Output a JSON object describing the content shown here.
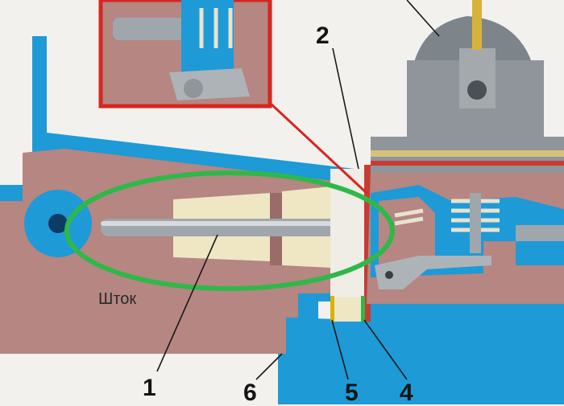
{
  "annotation": {
    "text": "Шток"
  },
  "callouts": [
    {
      "id": "1",
      "text": "1"
    },
    {
      "id": "2",
      "text": "2"
    },
    {
      "id": "4",
      "text": "4"
    },
    {
      "id": "5",
      "text": "5"
    },
    {
      "id": "6",
      "text": "6"
    }
  ],
  "colors": {
    "background": "#f3f1ee",
    "housing_fill": "#b58682",
    "housing_dark": "#9a6c69",
    "wall_blue": "#1e9ad6",
    "rod_metal": "#9fa7ad",
    "gasket_cream": "#efe6c4",
    "highlight_ellipse": "#2fb84a",
    "inset_border": "#d9251f",
    "pump_gray": "#8f959a"
  }
}
